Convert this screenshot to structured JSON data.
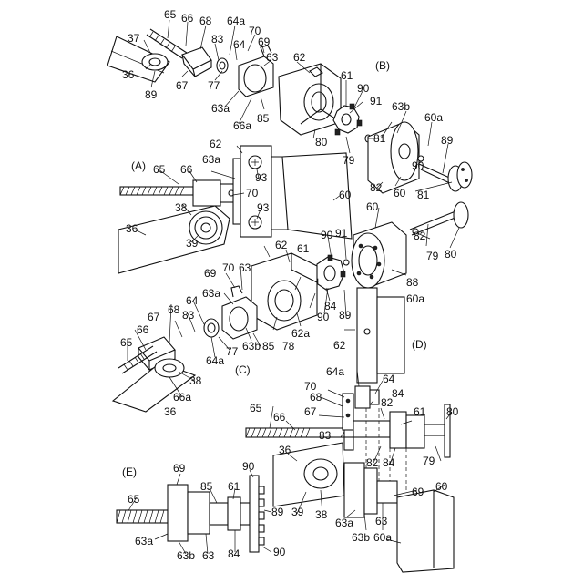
{
  "figure": {
    "views": {
      "A": "(A)",
      "B": "(B)",
      "C": "(C)",
      "D": "(D)",
      "E": "(E)"
    },
    "labels": {
      "B": [
        "65",
        "66",
        "68",
        "64a",
        "70",
        "37",
        "83",
        "64",
        "69",
        "63",
        "62",
        "36",
        "67",
        "77",
        "61",
        "90",
        "63a",
        "85",
        "89",
        "66a",
        "63b",
        "60a",
        "81",
        "91",
        "89",
        "79",
        "90",
        "82",
        "60",
        "81",
        "80"
      ],
      "A": [
        "62",
        "65",
        "66",
        "63a",
        "93",
        "70",
        "60",
        "38",
        "93",
        "36",
        "39"
      ],
      "C": [
        "60",
        "90",
        "91",
        "82",
        "79",
        "80",
        "62",
        "61",
        "70",
        "69",
        "63",
        "88",
        "63a",
        "84",
        "89",
        "60a",
        "68",
        "64",
        "90",
        "67",
        "83",
        "78",
        "62a",
        "66",
        "63b",
        "85",
        "77",
        "65",
        "64a",
        "38",
        "36",
        "66a"
      ],
      "D": [
        "62",
        "64a",
        "64",
        "70",
        "82",
        "68",
        "84",
        "67",
        "80",
        "61",
        "65",
        "66",
        "83",
        "82",
        "84",
        "79",
        "36",
        "69",
        "39",
        "38",
        "63a",
        "63b",
        "63",
        "60a",
        "60"
      ],
      "E": [
        "69",
        "90",
        "85",
        "61",
        "89",
        "65",
        "63a",
        "63b",
        "63",
        "84",
        "90"
      ]
    }
  }
}
